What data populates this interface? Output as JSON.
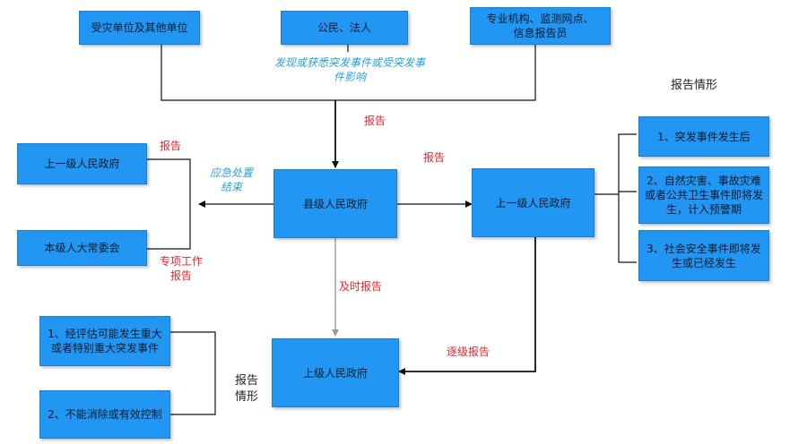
{
  "nodes": {
    "affected_units": "受灾单位及其他单位",
    "citizens": "公民、法人",
    "institutions": "专业机构、监测网点、信息报告员",
    "county_gov": "县级人民政府",
    "upper_gov_left": "上一级人民政府",
    "npc_committee": "本级人大常委会",
    "upper_gov_right": "上一级人民政府",
    "superior_gov": "上级人民政府",
    "right_case_1": "1、突发事件发生后",
    "right_case_2": "2、自然灾害、事故灾难或者公共卫生事件即将发生，计入预警期",
    "right_case_3": "3、社会安全事件即将发生或已经发生",
    "left_case_1": "1、经评估可能发生重大或者特别重大突发事件",
    "left_case_2": "2、不能消除或有效控制"
  },
  "labels": {
    "discover_line1": "发现或获悉突发事件或受突发事",
    "discover_line2": "件影响",
    "report_main": "报告",
    "report_left": "报告",
    "report_right": "报告",
    "emergency_line1": "应急处置",
    "emergency_line2": "结束",
    "special_line1": "专项工作",
    "special_line2": "报告",
    "timely_report": "及时报告",
    "skip_report": "逐级报告",
    "report_cases_title": "报告情形",
    "bottom_cases_line1": "报告",
    "bottom_cases_line2": "情形"
  },
  "colors": {
    "box_fill": "#2196f3",
    "label_red": "#e8242c",
    "label_blue": "#2a9fdc"
  }
}
